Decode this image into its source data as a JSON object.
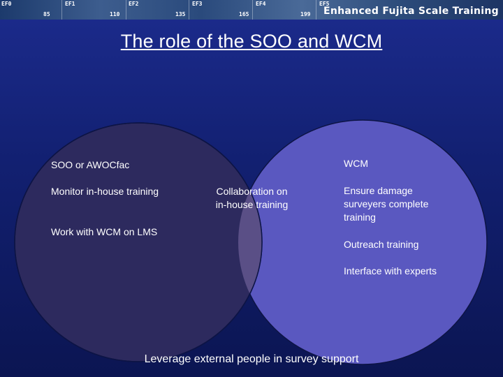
{
  "banner": {
    "scale_labels": [
      "EF0",
      "EF1",
      "EF2",
      "EF3",
      "EF4",
      "EF5"
    ],
    "tick_values": [
      "85",
      "110",
      "135",
      "165",
      "199"
    ],
    "title": "Enhanced Fujita Scale Training"
  },
  "slide_title": "The role of the SOO and WCM",
  "left_set": {
    "heading": "SOO or AWOCfac",
    "items": [
      "Monitor in-house training",
      "Work with WCM on LMS"
    ]
  },
  "right_set": {
    "heading": "WCM",
    "items": [
      "Ensure damage surveyers complete training",
      "Outreach training",
      "Interface with experts"
    ]
  },
  "overlap": {
    "text": "Collaboration on in-house training"
  },
  "footer": "Leverage external people in survey support",
  "colors": {
    "left_circle": "#2d2a5e",
    "right_circle": "#5a58c0",
    "overlap": "#5a4f86"
  }
}
